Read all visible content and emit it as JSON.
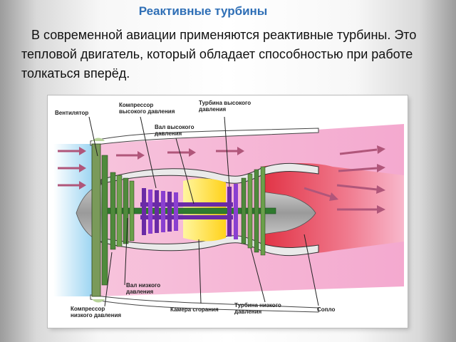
{
  "slide": {
    "title": "Реактивные турбины",
    "text": "В современной авиации применяются реактивные турбины. Это тепловой двигатель, который обладает способностью при работе толкаться вперёд."
  },
  "diagram": {
    "labels": {
      "fan": "Вентилятор",
      "hp_compressor": "Компрессор\nвысокого давления",
      "hp_turbine": "Турбина высокого\nдавления",
      "hp_shaft": "Вал высокого\nдавления",
      "lp_shaft": "Вал низкого\nдавления",
      "lp_compressor": "Компрессор\nнизкого давления",
      "combustion": "Камера сгорания",
      "lp_turbine": "Турбина низкого\nдавления",
      "nozzle": "Сопло"
    },
    "colors": {
      "fan_blades": "#7a9a5a",
      "lp_compressor": "#4f8a3c",
      "hp_compressor": "#6a2aa6",
      "combustion": "#ffe14a",
      "exhaust": "#e8404f",
      "bypass_flow": "#f5b7d6",
      "intake_flow": "#9fd6f2",
      "arrows": "#b0567a"
    }
  }
}
